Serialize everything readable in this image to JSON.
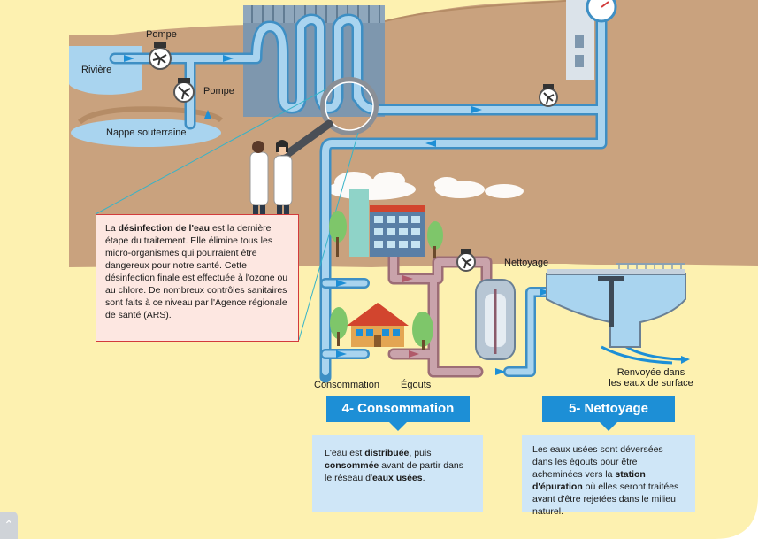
{
  "labels": {
    "pompe_1": "Pompe",
    "pompe_2": "Pompe",
    "riviere": "Rivière",
    "nappe": "Nappe souterraine",
    "nettoyage": "Nettoyage",
    "consommation": "Consommation",
    "egouts": "Égouts",
    "renvoyee_line1": "Renvoyée dans",
    "renvoyee_line2": "les eaux de surface"
  },
  "disinfection": {
    "prefix": "La ",
    "bold_term": "désinfection de l'eau",
    "text": " est la dernière étape du traitement. Elle élimine tous les micro-organismes qui pourraient être dangereux pour notre santé. Cette désinfection finale est effectuée à l'ozone ou au chlore. De nombreux contrôles sanitaires sont faits à ce niveau par l'Agence régionale de santé (ARS)."
  },
  "step4": {
    "title": "4- Consommation",
    "t1": "L'eau est ",
    "b1": "distribuée",
    "t2": ", puis ",
    "b2": "consommée",
    "t3": " avant de partir dans le réseau d'",
    "b3": "eaux usées",
    "t4": "."
  },
  "step5": {
    "title": "5- Nettoyage",
    "t1": "Les eaux usées sont déversées dans les égouts pour être acheminées vers la ",
    "b1": "station d'épuration",
    "t2": " où elles seront traitées avant d'être rejetées dans le milieu naturel."
  },
  "colors": {
    "background": "#fdf1b0",
    "ground": "#c9a27e",
    "pipe_clean": "#a9d4ef",
    "pipe_outline": "#3e8fc4",
    "pipe_dirty": "#c9a3ab",
    "accent_blue": "#1d8fd6",
    "red_border": "#d23b3b"
  },
  "icons": [
    "pump-icon",
    "magnifier-icon",
    "gauge-icon",
    "arrow-right-icon",
    "chevron-up-icon"
  ]
}
